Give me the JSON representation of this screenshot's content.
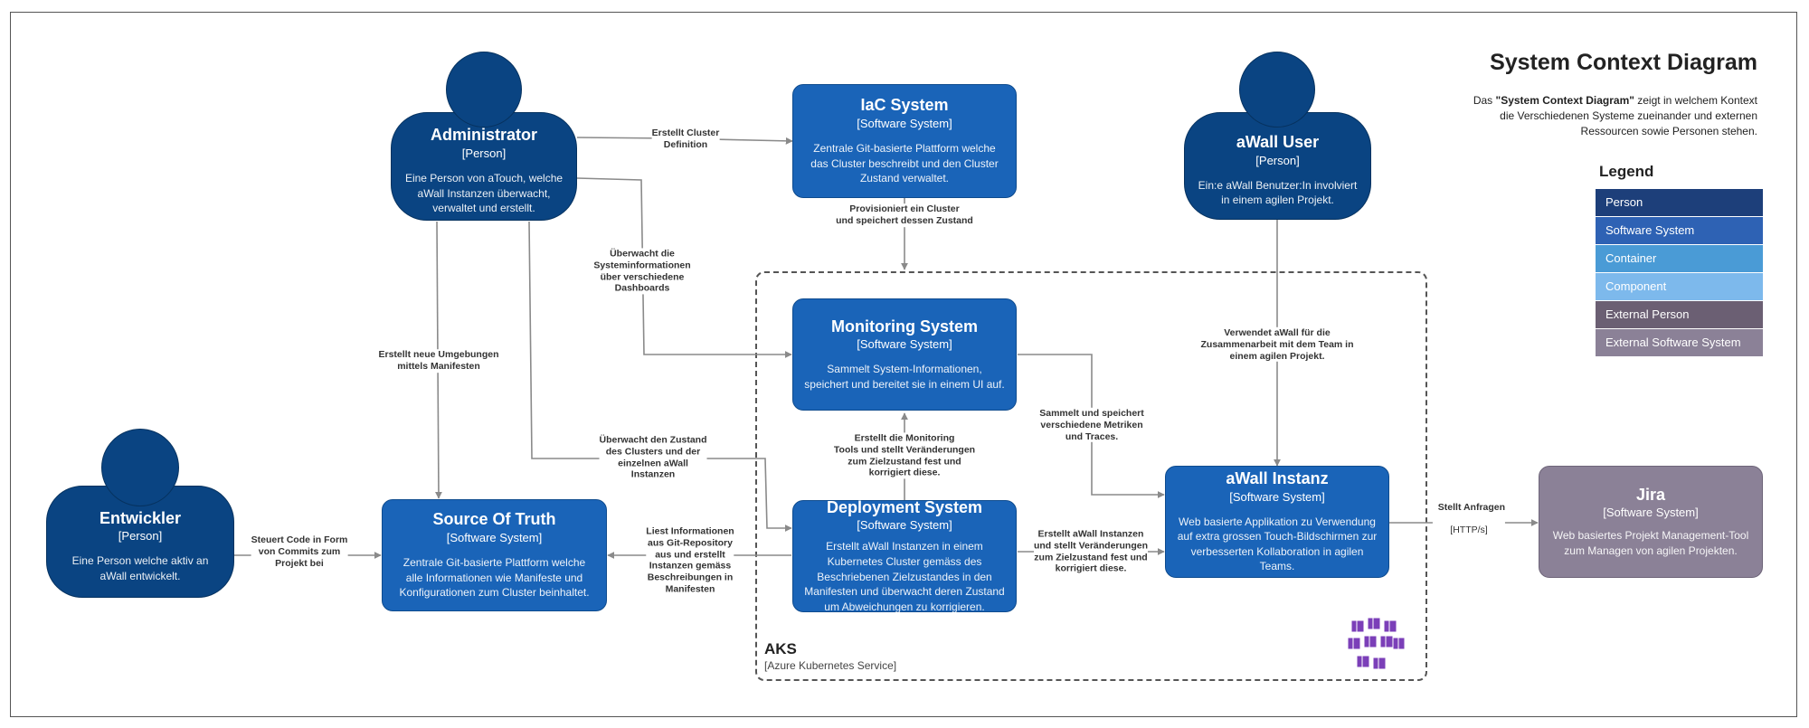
{
  "title": "System Context Diagram",
  "description": {
    "before": "Das ",
    "emphasis": "\"System Context Diagram\"",
    "after": " zeigt in welchem Kontext die Verschiedenen Systeme zueinander und externen Ressourcen sowie Personen stehen."
  },
  "legend": {
    "title": "Legend",
    "items": [
      {
        "label": "Person",
        "color": "#1d3f7a"
      },
      {
        "label": "Software System",
        "color": "#2e62b4"
      },
      {
        "label": "Container",
        "color": "#4a9bd6"
      },
      {
        "label": "Component",
        "color": "#7db9ec"
      },
      {
        "label": "External Person",
        "color": "#6b5f73"
      },
      {
        "label": "External Software System",
        "color": "#8b8197"
      }
    ]
  },
  "boundary": {
    "title": "AKS",
    "tag": "[Azure Kubernetes Service]"
  },
  "colors": {
    "system": "#1a64b8",
    "person": "#0a4482",
    "external": "#8b8197",
    "edge": "#8a8a8a",
    "aks_logo": "#7b3fb8"
  },
  "nodes": {
    "administrator": {
      "title": "Administrator",
      "tag": "[Person]",
      "desc": "Eine Person von aTouch, welche aWall Instanzen überwacht, verwaltet und erstellt."
    },
    "entwickler": {
      "title": "Entwickler",
      "tag": "[Person]",
      "desc": "Eine Person welche aktiv an aWall entwickelt."
    },
    "awall_user": {
      "title": "aWall User",
      "tag": "[Person]",
      "desc": "Ein:e aWall Benutzer:In involviert in einem agilen Projekt."
    },
    "iac": {
      "title": "IaC System",
      "tag": "[Software System]",
      "desc": "Zentrale Git-basierte Plattform welche das Cluster beschreibt und den Cluster Zustand verwaltet."
    },
    "monitoring": {
      "title": "Monitoring System",
      "tag": "[Software System]",
      "desc": "Sammelt System-Informationen, speichert und bereitet sie in einem UI auf."
    },
    "source_of_truth": {
      "title": "Source Of Truth",
      "tag": "[Software System]",
      "desc": "Zentrale Git-basierte Plattform welche alle Informationen wie Manifeste und Konfigurationen zum Cluster beinhaltet."
    },
    "deployment": {
      "title": "Deployment System",
      "tag": "[Software System]",
      "desc": "Erstellt aWall Instanzen in einem Kubernetes Cluster gemäss des Beschriebenen Zielzustandes in den Manifesten und überwacht deren Zustand um Abweichungen zu korrigieren."
    },
    "awall_instanz": {
      "title": "aWall Instanz",
      "tag": "[Software System]",
      "desc": "Web basierte Applikation zu Verwendung auf extra grossen Touch-Bildschirmen zur verbesserten Kollaboration in agilen Teams."
    },
    "jira": {
      "title": "Jira",
      "tag": "[Software System]",
      "desc": "Web basiertes Projekt Management-Tool zum Managen von agilen Projekten."
    }
  },
  "edges": [
    {
      "id": "admin-iac",
      "label": "Erstellt Cluster\nDefinition"
    },
    {
      "id": "iac-boundary",
      "label": "Provisioniert ein Cluster\nund speichert dessen Zustand"
    },
    {
      "id": "admin-monitoring",
      "label": "Überwacht die\nSysteminformationen\nüber verschiedene\nDashboards"
    },
    {
      "id": "admin-sot",
      "label": "Erstellt neue Umgebungen\nmittels Manifesten"
    },
    {
      "id": "admin-deployment",
      "label": "Überwacht den Zustand\ndes Clusters und der\neinzelnen aWall\nInstanzen"
    },
    {
      "id": "deployment-monitoring",
      "label": "Erstellt die Monitoring\nTools und stellt Veränderungen\nzum Zielzustand fest und\nkorrigiert diese."
    },
    {
      "id": "monitoring-instanz",
      "label": "Sammelt und speichert\nverschiedene Metriken\nund Traces."
    },
    {
      "id": "user-instanz",
      "label": "Verwendet aWall für die\nZusammenarbeit mit dem Team in\neinem agilen Projekt."
    },
    {
      "id": "entwickler-sot",
      "label": "Steuert Code in Form\nvon Commits zum\nProjekt bei"
    },
    {
      "id": "deployment-sot",
      "label": "Liest Informationen\naus Git-Repository\naus und erstellt\nInstanzen gemäss\nBeschreibungen in\nManifesten"
    },
    {
      "id": "deployment-instanz",
      "label": "Erstellt aWall Instanzen\nund stellt Veränderungen\nzum Zielzustand fest und\nkorrigiert diese."
    },
    {
      "id": "instanz-jira",
      "label": "Stellt Anfragen",
      "technology": "[HTTP/s]"
    }
  ]
}
